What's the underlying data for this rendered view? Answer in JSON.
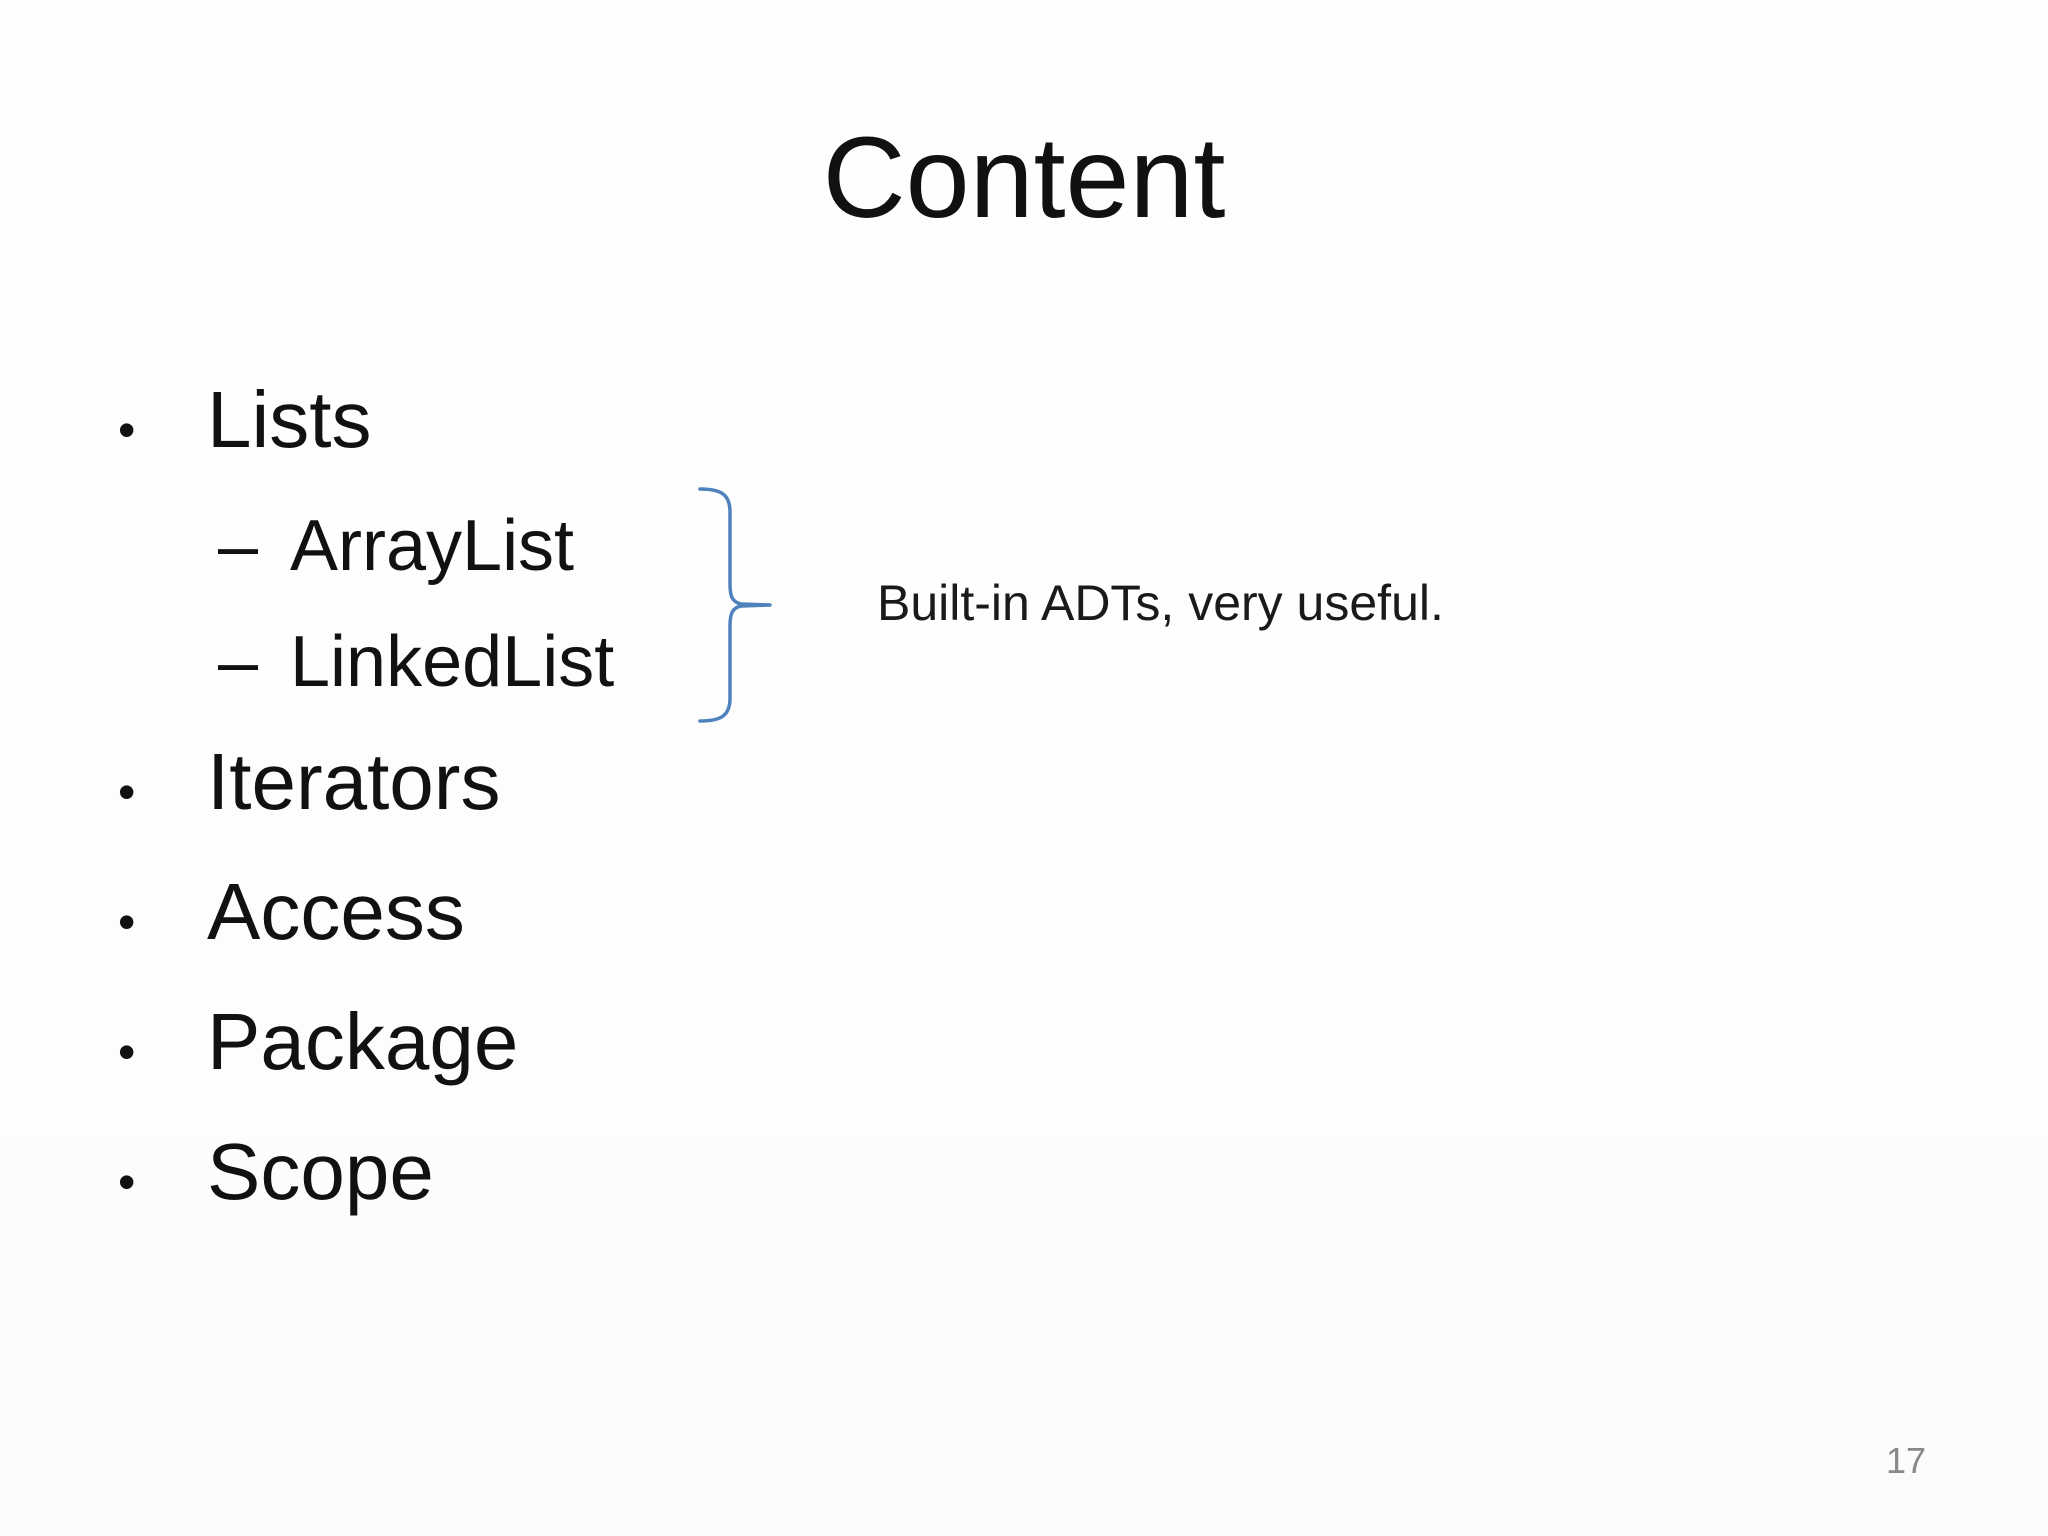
{
  "slide": {
    "title": "Content",
    "markers": {
      "level1": "•",
      "level2": "–"
    },
    "bullets": [
      {
        "text": "Lists",
        "level": 1
      },
      {
        "text": "ArrayList",
        "level": 2
      },
      {
        "text": "LinkedList",
        "level": 2
      },
      {
        "text": "Iterators",
        "level": 1
      },
      {
        "text": "Access",
        "level": 1
      },
      {
        "text": "Package",
        "level": 1
      },
      {
        "text": "Scope",
        "level": 1
      }
    ],
    "annotation": "Built-in ADTs, very useful.",
    "brace": {
      "grouped_items": "ArrayList, LinkedList",
      "direction": "right"
    },
    "page_number": "17",
    "colors": {
      "text": "#111111",
      "brace": "#4f81bd",
      "page_number": "#898989",
      "background": "#fdfdfd"
    }
  }
}
